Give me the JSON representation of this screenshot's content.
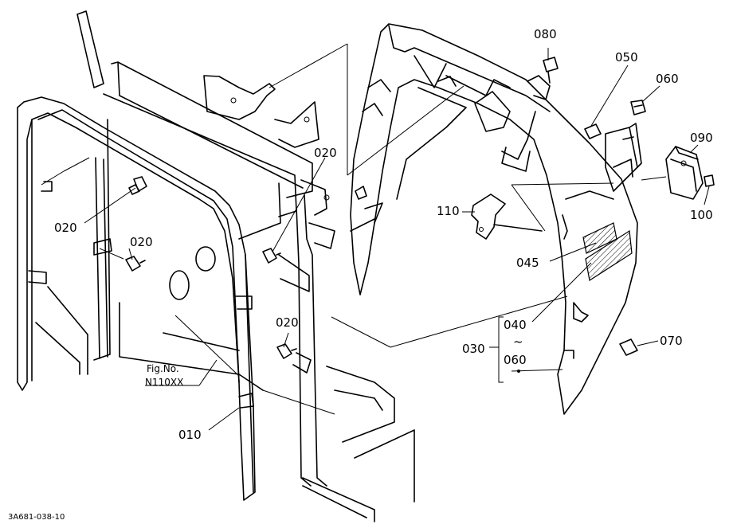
{
  "callouts": {
    "p080": "080",
    "p050": "050",
    "p060": "060",
    "p090": "090",
    "p100": "100",
    "p110": "110",
    "p045": "045",
    "p040": "040",
    "p030": "030",
    "tilde": "~",
    "p060b": "060",
    "p070": "070",
    "p020a": "020",
    "p020b": "020",
    "p020c": "020",
    "p020d": "020",
    "p010": "010"
  },
  "figref": {
    "line1": "Fig.No.",
    "line2": "N110XX"
  },
  "drawing_code": "3A681-038-10"
}
